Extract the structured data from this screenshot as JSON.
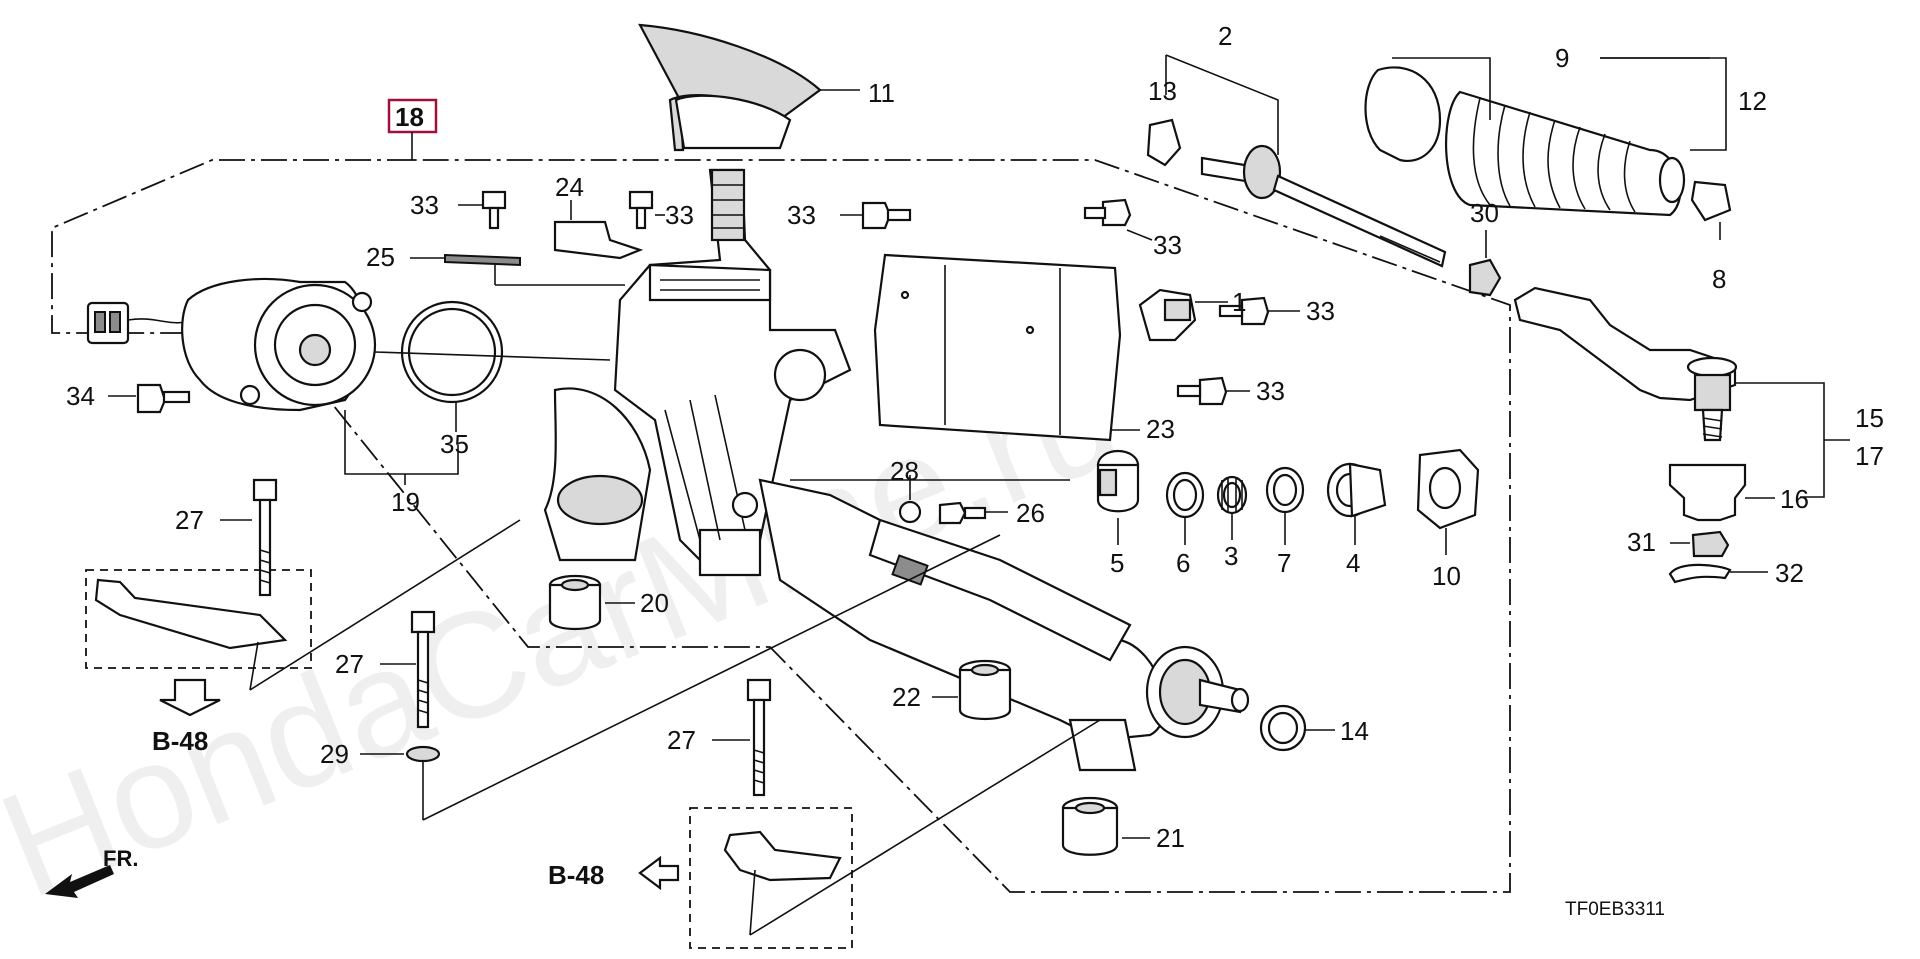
{
  "diagram": {
    "watermark": "HondaCarMine.ru",
    "diagram_code": "TF0EB3311",
    "assembly_label": "18",
    "front_arrow_label": "FR.",
    "ref_label_left": "B-48",
    "ref_label_bottom": "B-48",
    "callouts": {
      "p1": "1",
      "p2": "2",
      "p3": "3",
      "p4": "4",
      "p5": "5",
      "p6": "6",
      "p7": "7",
      "p8": "8",
      "p9": "9",
      "p10": "10",
      "p11": "11",
      "p12": "12",
      "p13": "13",
      "p14": "14",
      "p15": "15",
      "p16": "16",
      "p17": "17",
      "p19": "19",
      "p20": "20",
      "p21": "21",
      "p22": "22",
      "p23": "23",
      "p24": "24",
      "p25": "25",
      "p26": "26",
      "p27a": "27",
      "p27b": "27",
      "p27c": "27",
      "p28": "28",
      "p29": "29",
      "p30": "30",
      "p31": "31",
      "p32": "32",
      "p33a": "33",
      "p33b": "33",
      "p33c": "33",
      "p33d": "33",
      "p33e": "33",
      "p33f": "33",
      "p34": "34",
      "p35": "35"
    }
  }
}
